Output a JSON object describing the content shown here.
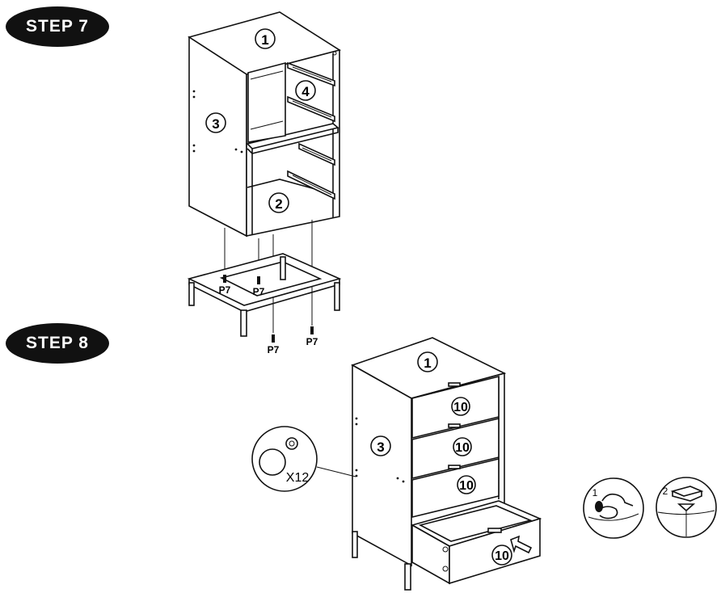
{
  "steps": [
    {
      "label": "STEP 7"
    },
    {
      "label": "STEP 8"
    }
  ],
  "step7": {
    "part_top": "1",
    "part_bottom": "2",
    "part_side": "3",
    "part_slides": "4",
    "screw_labels": [
      "P7",
      "P7",
      "P7",
      "P7"
    ]
  },
  "step8": {
    "part_top": "1",
    "part_side": "3",
    "drawer_labels": [
      "10",
      "10",
      "10",
      "10"
    ],
    "quantity": "X12",
    "sub_step_1": "1",
    "sub_step_2": "2"
  }
}
